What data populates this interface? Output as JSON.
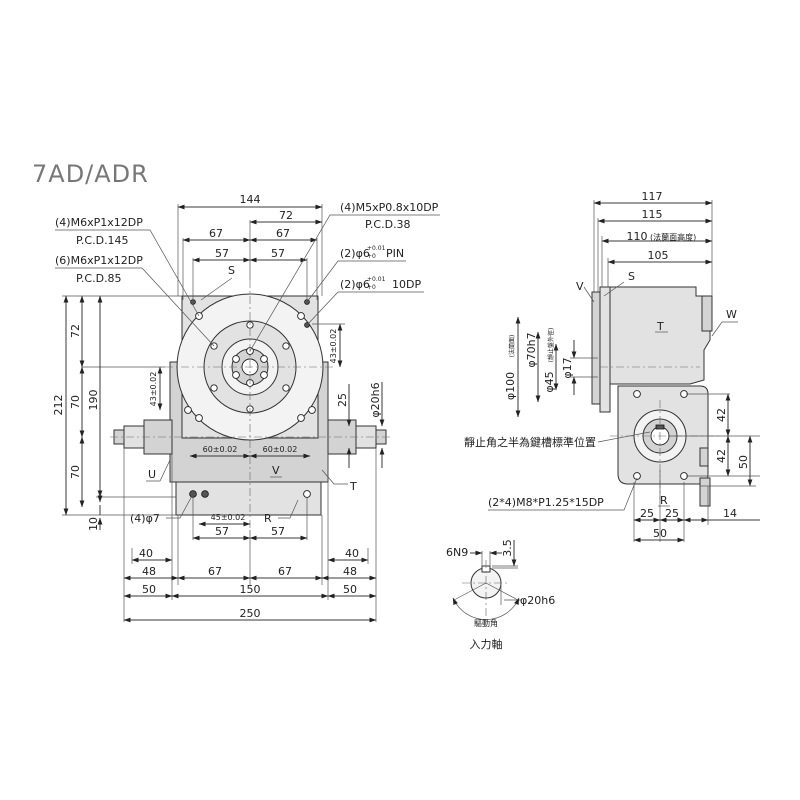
{
  "title": "7AD/ADR",
  "front": {
    "callouts": {
      "m6_145": "(4)M6xP1x12DP",
      "pcd145": "P.C.D.145",
      "m6_85": "(6)M6xP1x12DP",
      "pcd85": "P.C.D.85",
      "m5": "(4)M5xP0.8x10DP",
      "pcd38": "P.C.D.38",
      "pin": "(2)φ6",
      "pin_tol_top": "+0.01",
      "pin_tol_bot": "+0",
      "pin_suffix": "PIN",
      "dp": "(2)φ6",
      "dp_tol_top": "+0.01",
      "dp_tol_bot": "+0",
      "dp_suffix": "10DP",
      "hole7": "(4)φ7"
    },
    "letters": {
      "S": "S",
      "U": "U",
      "V": "V",
      "T": "T",
      "R": "R"
    },
    "dims": {
      "d144": "144",
      "d72top": "72",
      "d67l": "67",
      "d67r": "67",
      "d57l": "57",
      "d57r": "57",
      "d212": "212",
      "d72side": "72",
      "d190": "190",
      "d70a": "70",
      "d70b": "70",
      "d10": "10",
      "d43a": "43±0.02",
      "d43b": "43±0.02",
      "d60l": "60±0.02",
      "d60r": "60±0.02",
      "d25": "25",
      "d20h6": "φ20h6",
      "d45": "45±0.02",
      "d57bl": "57",
      "d57br": "57",
      "d40l": "40",
      "d40r": "40",
      "d48l": "48",
      "d48r": "48",
      "d67bl": "67",
      "d67br": "67",
      "d50l": "50",
      "d50r": "50",
      "d150": "150",
      "d250": "250"
    }
  },
  "side": {
    "letters": {
      "V": "V",
      "S": "S",
      "T": "T",
      "W": "W",
      "R": "R"
    },
    "dims": {
      "d117": "117",
      "d115": "115",
      "d110": "110",
      "d110note": "(法蘭面高度)",
      "d105": "105",
      "d100": "φ100",
      "d100note": "(法蘭面)",
      "d70h7": "φ70h7",
      "d45": "φ45",
      "d45note": "(靜止盤外徑)",
      "d17": "φ17",
      "d42a": "42",
      "d42b": "42",
      "d50": "50",
      "d25a": "25",
      "d25b": "25",
      "d14": "14",
      "d50b": "50"
    },
    "notes": {
      "keyway": "靜止角之半為鍵槽標準位置",
      "m8": "(2*4)M8*P1.25*15DP"
    }
  },
  "shaft": {
    "n9": "6N9",
    "d35": "3.5",
    "d20h6": "φ20h6",
    "drive_angle": "驅動角",
    "input_shaft": "入力軸"
  }
}
